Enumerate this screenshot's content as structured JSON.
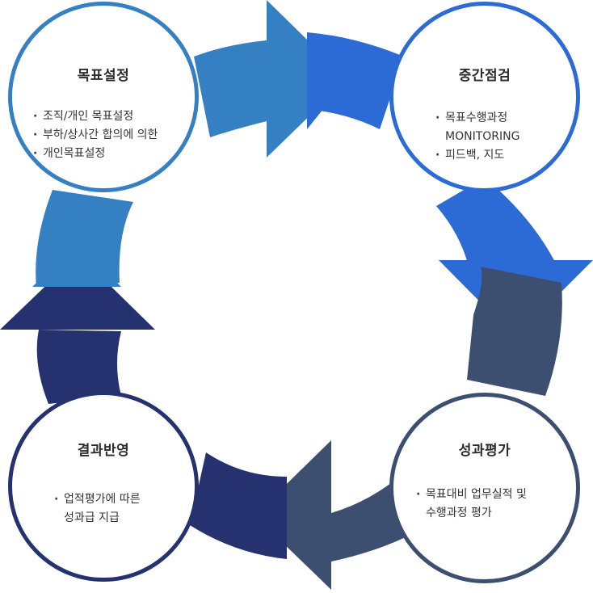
{
  "colors": {
    "goal_arrow": "#3580c3",
    "mid_arrow": "#2c6bd6",
    "eval_arrow": "#3c4f70",
    "result_arrow": "#263170",
    "goal_border": "#3580c3",
    "mid_border": "#2c6bd6",
    "eval_border": "#3c4f70",
    "result_border": "#263170"
  },
  "nodes": {
    "goal": {
      "title": "목표설정",
      "bullets": [
        "조직/개인 목표설정",
        "부하/상사간 합의에 의한",
        "개인목표설정"
      ]
    },
    "midterm": {
      "title": "중간점검",
      "bullets": [
        "목표수행과정",
        "MONITORING",
        "피드백, 지도"
      ]
    },
    "evaluation": {
      "title": "성과평가",
      "bullets": [
        "목표대비 업무실적 및",
        "수행과정 평가"
      ]
    },
    "result": {
      "title": "결과반영",
      "bullets": [
        "업적평가에 따른",
        "성과급 지급"
      ]
    }
  }
}
